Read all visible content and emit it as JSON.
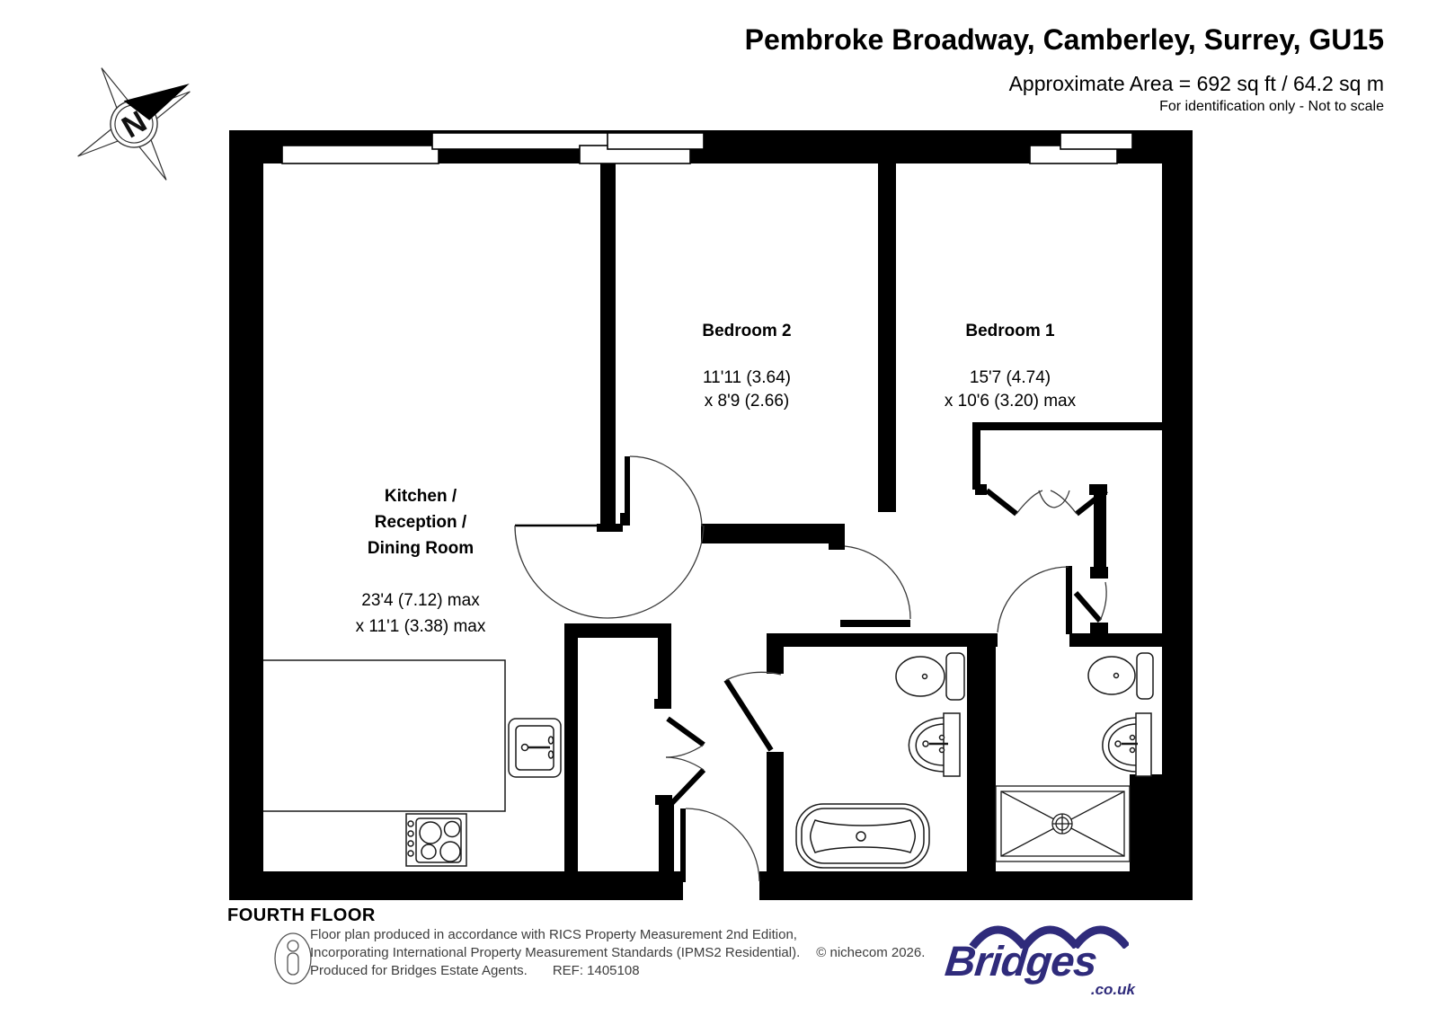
{
  "header": {
    "title": "Pembroke Broadway, Camberley, Surrey, GU15",
    "area": "Approximate Area = 692 sq ft / 64.2 sq m",
    "note": "For identification only - Not to scale"
  },
  "compass": {
    "letter": "N"
  },
  "rooms": {
    "kitchen": {
      "name": "Kitchen /\nReception /\nDining Room",
      "dims": "23'4 (7.12) max\nx 11'1 (3.38) max"
    },
    "bedroom2": {
      "name": "Bedroom 2",
      "dims": "11'11 (3.64)\nx 8'9 (2.66)"
    },
    "bedroom1": {
      "name": "Bedroom 1",
      "dims": "15'7 (4.74)\nx 10'6 (3.20) max"
    }
  },
  "floor_label": "FOURTH FLOOR",
  "footer": {
    "line1": "Floor plan produced in accordance with RICS Property Measurement 2nd Edition,",
    "line2": "Incorporating International Property Measurement Standards (IPMS2 Residential).",
    "copyright": "© nichecom 2026.",
    "produced_for": "Produced for Bridges Estate Agents.",
    "ref": "REF: 1405108"
  },
  "logo": {
    "brand": "Bridges",
    "domain": ".co.uk"
  },
  "colors": {
    "logo_navy": "#2f2b7b",
    "ink": "#000000"
  }
}
